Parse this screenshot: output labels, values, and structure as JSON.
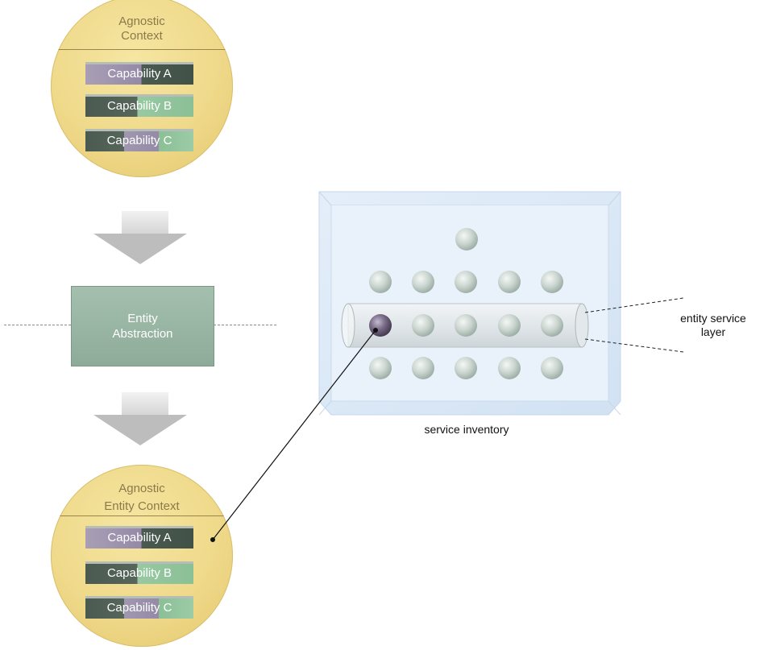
{
  "top_context": {
    "title_lines": [
      "Agnostic",
      "Context"
    ],
    "capabilities": [
      "Capability A",
      "Capability B",
      "Capability C"
    ]
  },
  "entity_abstraction": {
    "title_lines": [
      "Entity",
      "Abstraction"
    ]
  },
  "bottom_context": {
    "title_lines": [
      "Agnostic",
      "Entity Context"
    ],
    "capabilities": [
      "Capability A",
      "Capability B",
      "Capability C"
    ]
  },
  "inventory": {
    "label": "service inventory",
    "layer_label_lines": [
      "entity service",
      "layer"
    ],
    "service_rows": [
      1,
      5,
      5,
      5
    ],
    "highlighted_service": {
      "row": 3,
      "index": 1
    }
  },
  "colors": {
    "context_fill": "#efd98a",
    "capability_purple": "#958aa7",
    "capability_dark": "#4a5a50",
    "capability_green": "#8bbf96",
    "entity_box": "#98b4a2",
    "service_sphere": "#c7d1cc",
    "highlight_sphere": "#6b5f78"
  }
}
